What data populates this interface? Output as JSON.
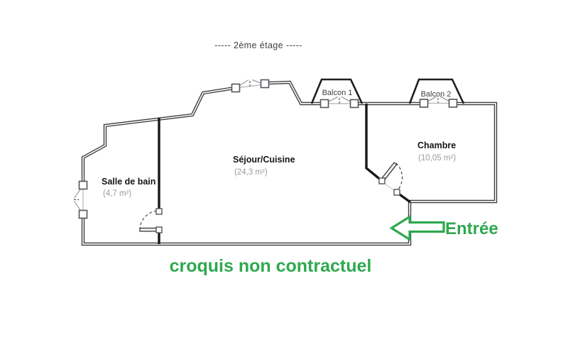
{
  "title": "-----  2ème étage  -----",
  "plan": {
    "rooms": {
      "bathroom": {
        "name": "Salle de bain",
        "area": "(4,7 m²)"
      },
      "living": {
        "name": "Séjour/Cuisine",
        "area": "(24,3 m²)"
      },
      "bedroom": {
        "name": "Chambre",
        "area": "(10,05 m²)"
      }
    },
    "balconies": {
      "b1": "Balcon 1",
      "b2": "Balcon 2"
    }
  },
  "entrance_label": "Entrée",
  "disclaimer": "croquis non contractuel",
  "colors": {
    "accent_green": "#2fa84f",
    "exterior_wall": "#3e3e42",
    "interior_wall": "#18181b",
    "room_label": "#151518",
    "area_text": "#9b9b9b",
    "muted_text": "#3f4043"
  }
}
